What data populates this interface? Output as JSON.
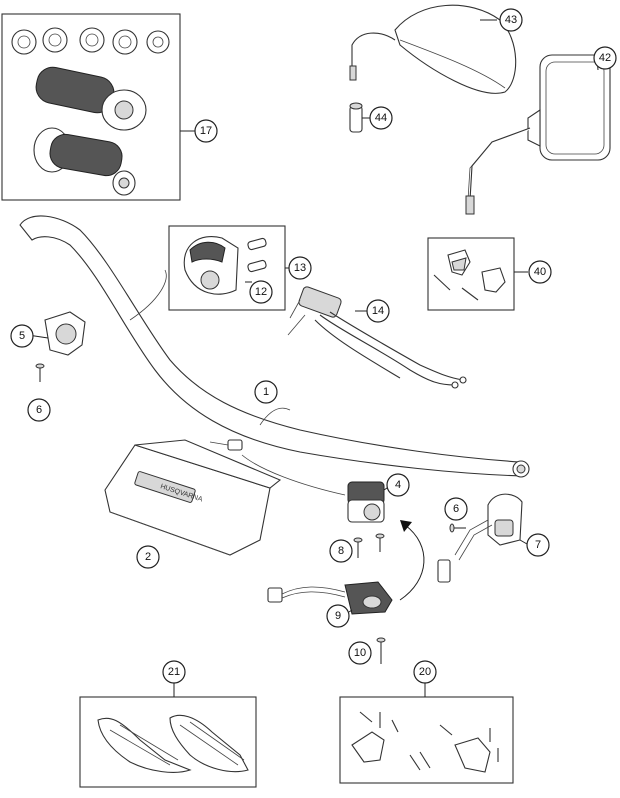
{
  "diagram": {
    "callouts": {
      "c1": "1",
      "c2": "2",
      "c4": "4",
      "c5": "5",
      "c6a": "6",
      "c6b": "6",
      "c7": "7",
      "c8": "8",
      "c9": "9",
      "c10": "10",
      "c12": "12",
      "c13": "13",
      "c14": "14",
      "c17": "17",
      "c20": "20",
      "c21": "21",
      "c40": "40",
      "c42": "42",
      "c43": "43",
      "c44": "44"
    },
    "pad_logo_text": "HUSQVARNA"
  }
}
